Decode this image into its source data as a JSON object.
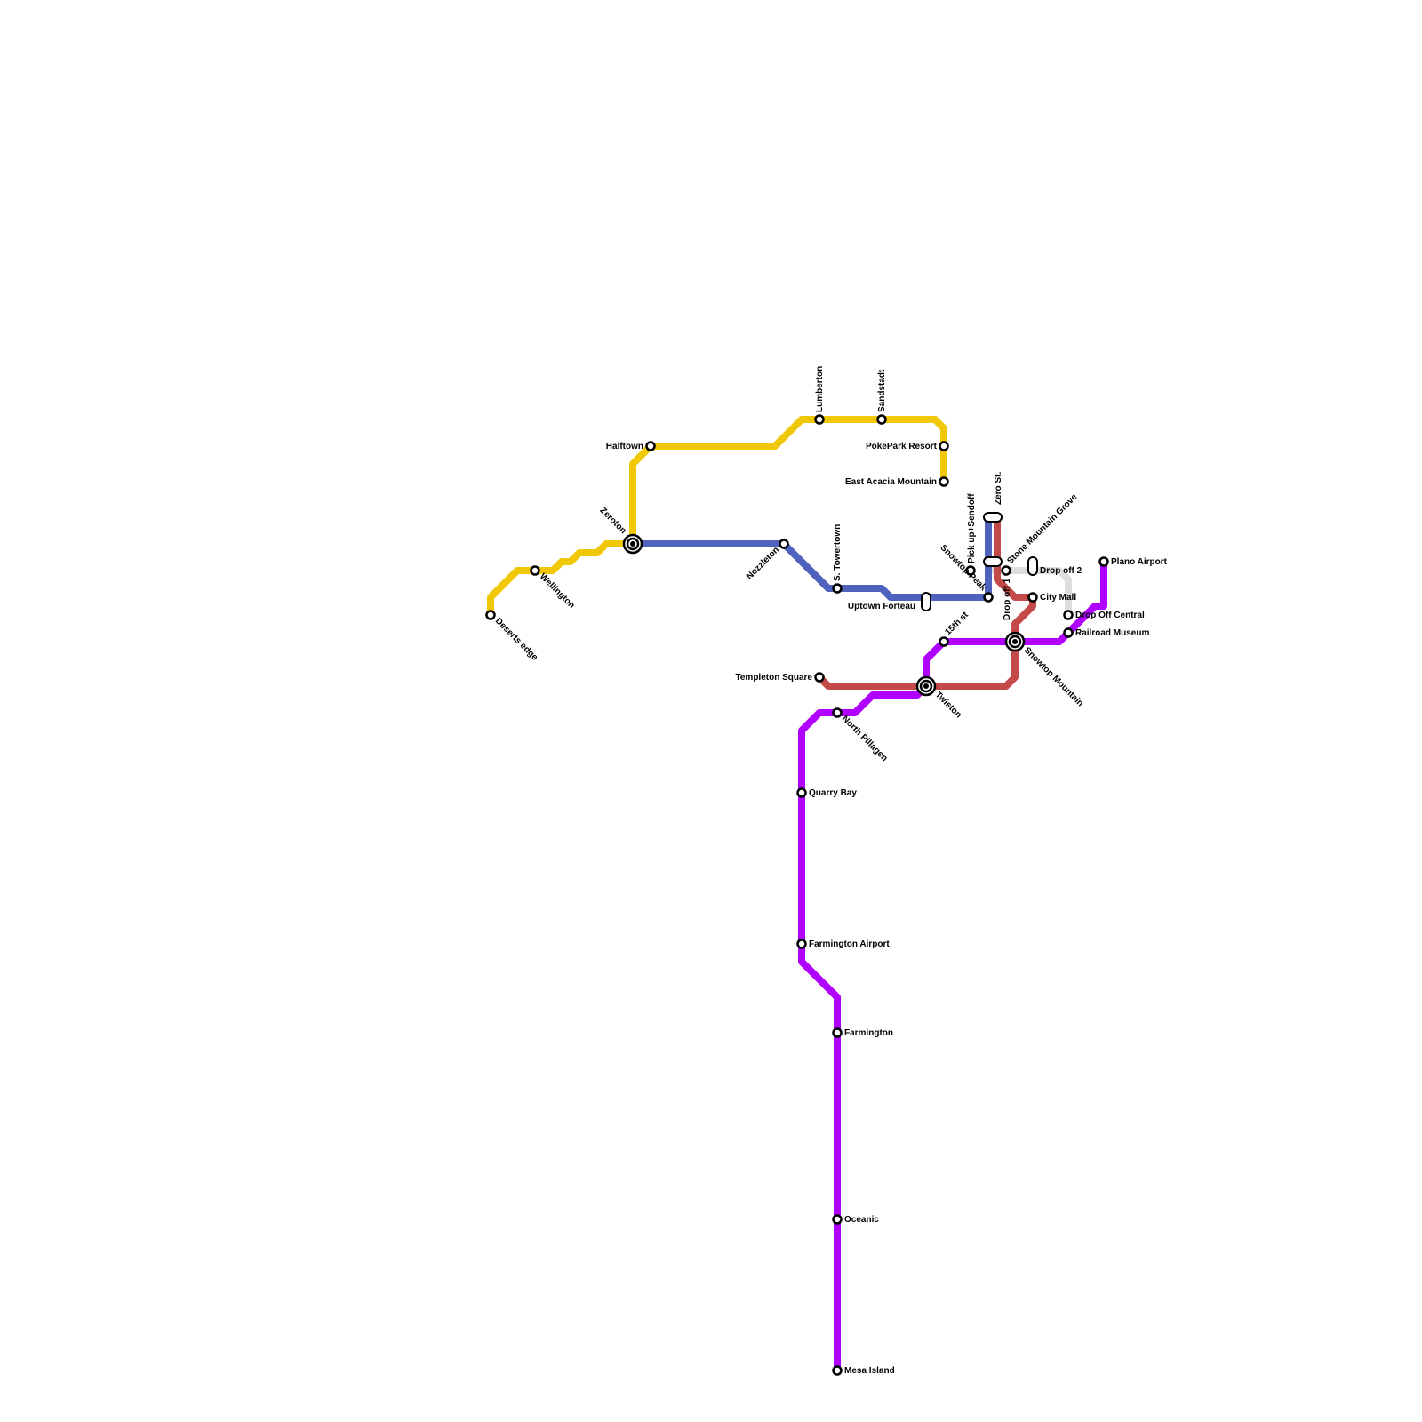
{
  "lines": [
    {
      "id": "yellow",
      "color": "#f0c808"
    },
    {
      "id": "blue",
      "color": "#4f62bd"
    },
    {
      "id": "red",
      "color": "#c44a4a"
    },
    {
      "id": "purple",
      "color": "#b000ff"
    },
    {
      "id": "grey",
      "color": "#dddddd"
    }
  ],
  "stations": {
    "deserts_edge": "Deserts edge",
    "wellington": "Wellington",
    "zeroton": "Zeroton",
    "halftown": "Halftown",
    "lumberton": "Lumberton",
    "sandstadt": "Sandstadt",
    "pokepark_resort": "PokePark Resort",
    "east_acacia_mountain": "East Acacia Mountain",
    "nozzleton": "Nozzleton",
    "s_towertown": "S. Towertown",
    "uptown_forteau": "Uptown Forteau",
    "snowtop_peak": "Snowtop Peak",
    "pick_up_sendoff": "Pick up+Sendoff",
    "zero_st": "Zero St.",
    "stone_mountain_grove": "Stone Mountain Grove",
    "drop_off_1": "Drop off 1",
    "drop_off_2": "Drop off 2",
    "city_mall": "City Mall",
    "drop_off_central": "Drop Off Central",
    "railroad_museum": "Railroad Museum",
    "plano_airport": "Plano Airport",
    "fifteenth_st": "15th st",
    "snowtop_mountain": "Snowtop Mountain",
    "templeton_square": "Templeton Square",
    "twiston": "Twiston",
    "north_pillagen": "North Pillagen",
    "quarry_bay": "Quarry Bay",
    "farmington_airport": "Farmington Airport",
    "farmington": "Farmington",
    "oceanic": "Oceanic",
    "mesa_island": "Mesa Island"
  }
}
